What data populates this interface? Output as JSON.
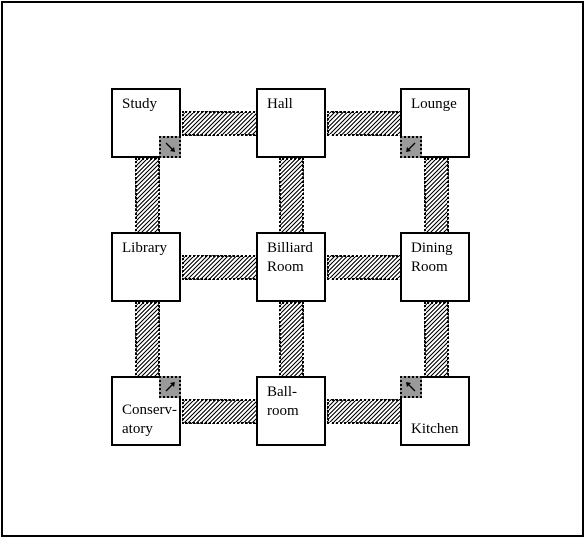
{
  "board": {
    "rooms": {
      "study": "Study",
      "hall": "Hall",
      "lounge": "Lounge",
      "library": "Library",
      "billiard_room": "Billiard\nRoom",
      "dining_room": "Dining\nRoom",
      "conservatory": "Conserv-\natory",
      "ballroom": "Ball-\nroom",
      "kitchen": "Kitchen"
    },
    "icons": {
      "secret_passage": "diagonal-arrow-icon"
    },
    "colors": {
      "background": "#ffffff",
      "lines": "#000000",
      "secret_passage": "#9a9a9a"
    }
  }
}
